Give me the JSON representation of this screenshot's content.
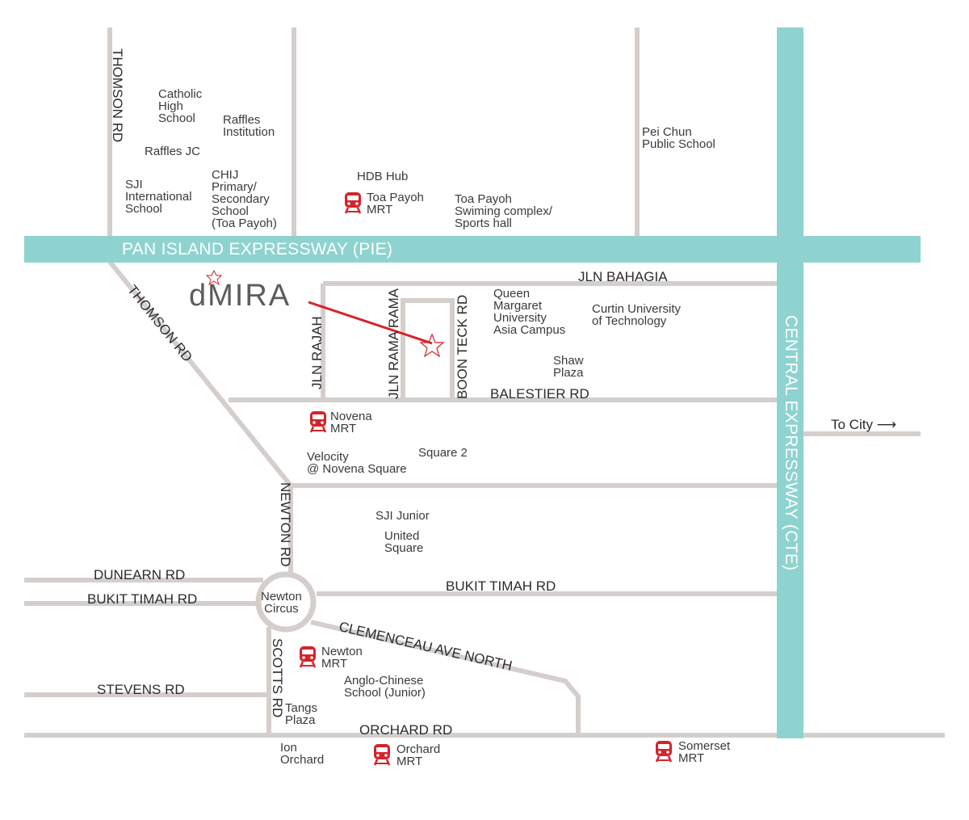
{
  "colors": {
    "expressway": "#8ed3cf",
    "road": "#d4cfcc",
    "mrt": "#d6232a",
    "pointer": "#d6232a",
    "text": "#3a3a3a"
  },
  "brand": {
    "d": "d",
    "mira": "MIRA"
  },
  "expressways": {
    "pie": "PAN ISLAND EXPRESSWAY (PIE)",
    "cte": "CENTRAL EXPRESSWAY (CTE)"
  },
  "roads": {
    "thomson_rd_top": "THOMSON RD",
    "thomson_rd_diag": "THOMSON RD",
    "jln_bahagia": "JLN BAHAGIA",
    "jln_rajah": "JLN RAJAH",
    "jln_rama_rama": "JLN RAMA RAMA",
    "boon_teck_rd": "BOON TECK RD",
    "balestier_rd": "BALESTIER RD",
    "to_city": "To City",
    "newton_rd": "NEWTON RD",
    "dunearn_rd": "DUNEARN RD",
    "bukit_timah_rd_left": "BUKIT TIMAH RD",
    "bukit_timah_rd_right": "BUKIT TIMAH RD",
    "clemenceau": "CLEMENCEAU AVE NORTH",
    "scotts_rd": "SCOTTS RD",
    "stevens_rd": "STEVENS RD",
    "orchard_rd": "ORCHARD RD",
    "newton_circus": "Newton\nCircus"
  },
  "places": {
    "catholic_high": "Catholic\nHigh\nSchool",
    "raffles_institution": "Raffles\nInstitution",
    "raffles_jc": "Raffles JC",
    "sji_international": "SJI\nInternational\nSchool",
    "chij": "CHIJ\nPrimary/\nSecondary\nSchool\n(Toa Payoh)",
    "hdb_hub": "HDB Hub",
    "toa_payoh_complex": "Toa Payoh\nSwiming complex/\nSports hall",
    "pei_chun": "Pei Chun\nPublic School",
    "queen_margaret": "Queen\nMargaret\nUniversity\nAsia Campus",
    "curtin": "Curtin University\nof Technology",
    "shaw_plaza": "Shaw\nPlaza",
    "velocity": "Velocity\n@ Novena Square",
    "square2": "Square 2",
    "sji_junior": "SJI Junior",
    "united_square": "United\nSquare",
    "acs_junior": "Anglo-Chinese\nSchool (Junior)",
    "tangs_plaza": "Tangs\nPlaza",
    "ion_orchard": "Ion\nOrchard"
  },
  "mrt": {
    "toa_payoh": "Toa Payoh\nMRT",
    "novena": "Novena\nMRT",
    "newton": "Newton\nMRT",
    "orchard": "Orchard\nMRT",
    "somerset": "Somerset\nMRT"
  }
}
